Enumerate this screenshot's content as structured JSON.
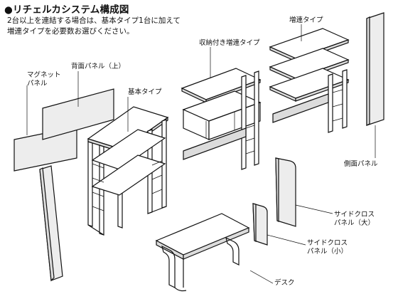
{
  "header": {
    "title": "●リチェルカシステム構成図",
    "line1": "2台以上を連結する場合は、基本タイプ1台に加えて",
    "line2": "増連タイプを必要数お選びください。"
  },
  "labels": {
    "magnet_panel_l1": "マグネット",
    "magnet_panel_l2": "パネル",
    "back_panel": "背面パネル（上）",
    "basic_type": "基本タイプ",
    "storage_add_type": "収納付き増連タイプ",
    "add_type": "増連タイプ",
    "side_panel": "側面パネル",
    "side_cross_large_l1": "サイドクロス",
    "side_cross_large_l2": "パネル（大）",
    "side_cross_small_l1": "サイドクロス",
    "side_cross_small_l2": "パネル（小）",
    "desk": "デスク"
  }
}
